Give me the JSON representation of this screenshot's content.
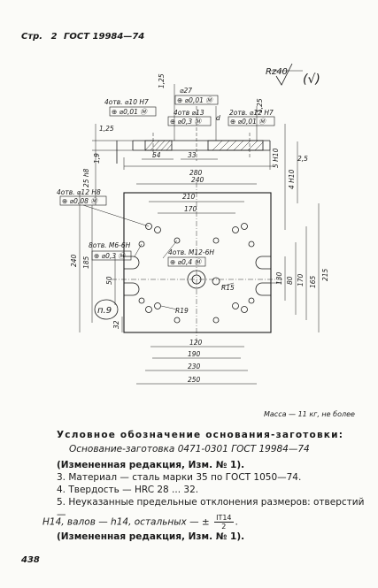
{
  "header": {
    "page_label": "Стр.",
    "page_number": "2",
    "standard": "ГОСТ 19984—74"
  },
  "drawing": {
    "roughness": "Rz40",
    "roughness_check": "(√)",
    "dims": {
      "d240_top": "240",
      "d280": "280",
      "d210": "210",
      "d170": "170",
      "d120": "120",
      "d190": "190",
      "d230": "230",
      "d250": "250",
      "d240_left": "240",
      "d185": "185",
      "d50": "50",
      "d32": "32",
      "d80": "80",
      "d170_right": "170",
      "d165": "165",
      "d215": "215",
      "d130": "130",
      "d54": "54",
      "d33": "33",
      "d27": "⌀27",
      "r15": "R15",
      "r19": "R19",
      "h8": "25 h8",
      "h10a": "5 H10",
      "h10b": "4 H10",
      "d125a": "1,25",
      "d125b": "1,25",
      "d125c": "1,25",
      "d25": "2,5",
      "d19": "1,9",
      "dd": "d"
    },
    "callouts": {
      "holes_10": "4отв. ⌀10 H7",
      "tol_10": "⊕ ⌀0,01 Ⓜ",
      "holes_13": "4отв ⌀13",
      "tol_13": "⊕ ⌀0,3 Ⓜ",
      "tol_27": "⊕ ⌀0,01 Ⓜ",
      "holes_12_top": "2отв. ⌀12 H7",
      "tol_12_top": "⊕ ⌀0,01 Ⓜ",
      "holes_12_left": "4отв. ⌀12 H8",
      "tol_12_left": "⊕ ⌀0,08 Ⓜ",
      "thread_m6": "8отв. M6-6H",
      "tol_m6": "⊕ ⌀0,3 Ⓜ",
      "thread_m12": "4отв. M12-6H",
      "tol_m12": "⊕ ⌀0,4 Ⓜ",
      "note_p9": "п.9"
    },
    "mass_note": "Масса — 11 кг, не более"
  },
  "text": {
    "heading": "Условное обозначение основания-заготовки:",
    "designation": "Основание-заготовка 0471-0301 ГОСТ 19984—74",
    "rev1": "(Измененная редакция, Изм. № 1).",
    "item3": "3. Материал — сталь марки 35 по ГОСТ 1050—74.",
    "item4": "4. Твердость — HRC 28 ... 32.",
    "item5": "5. Неуказанные предельные отклонения размеров: отверстий —",
    "line_h14_a": "H14, валов — h14, остальных — ±",
    "frac_num": "IT14",
    "frac_den": "2",
    "line_h14_end": ".",
    "rev2": "(Измененная редакция, Изм. № 1)."
  },
  "footer": {
    "page_number": "438"
  }
}
